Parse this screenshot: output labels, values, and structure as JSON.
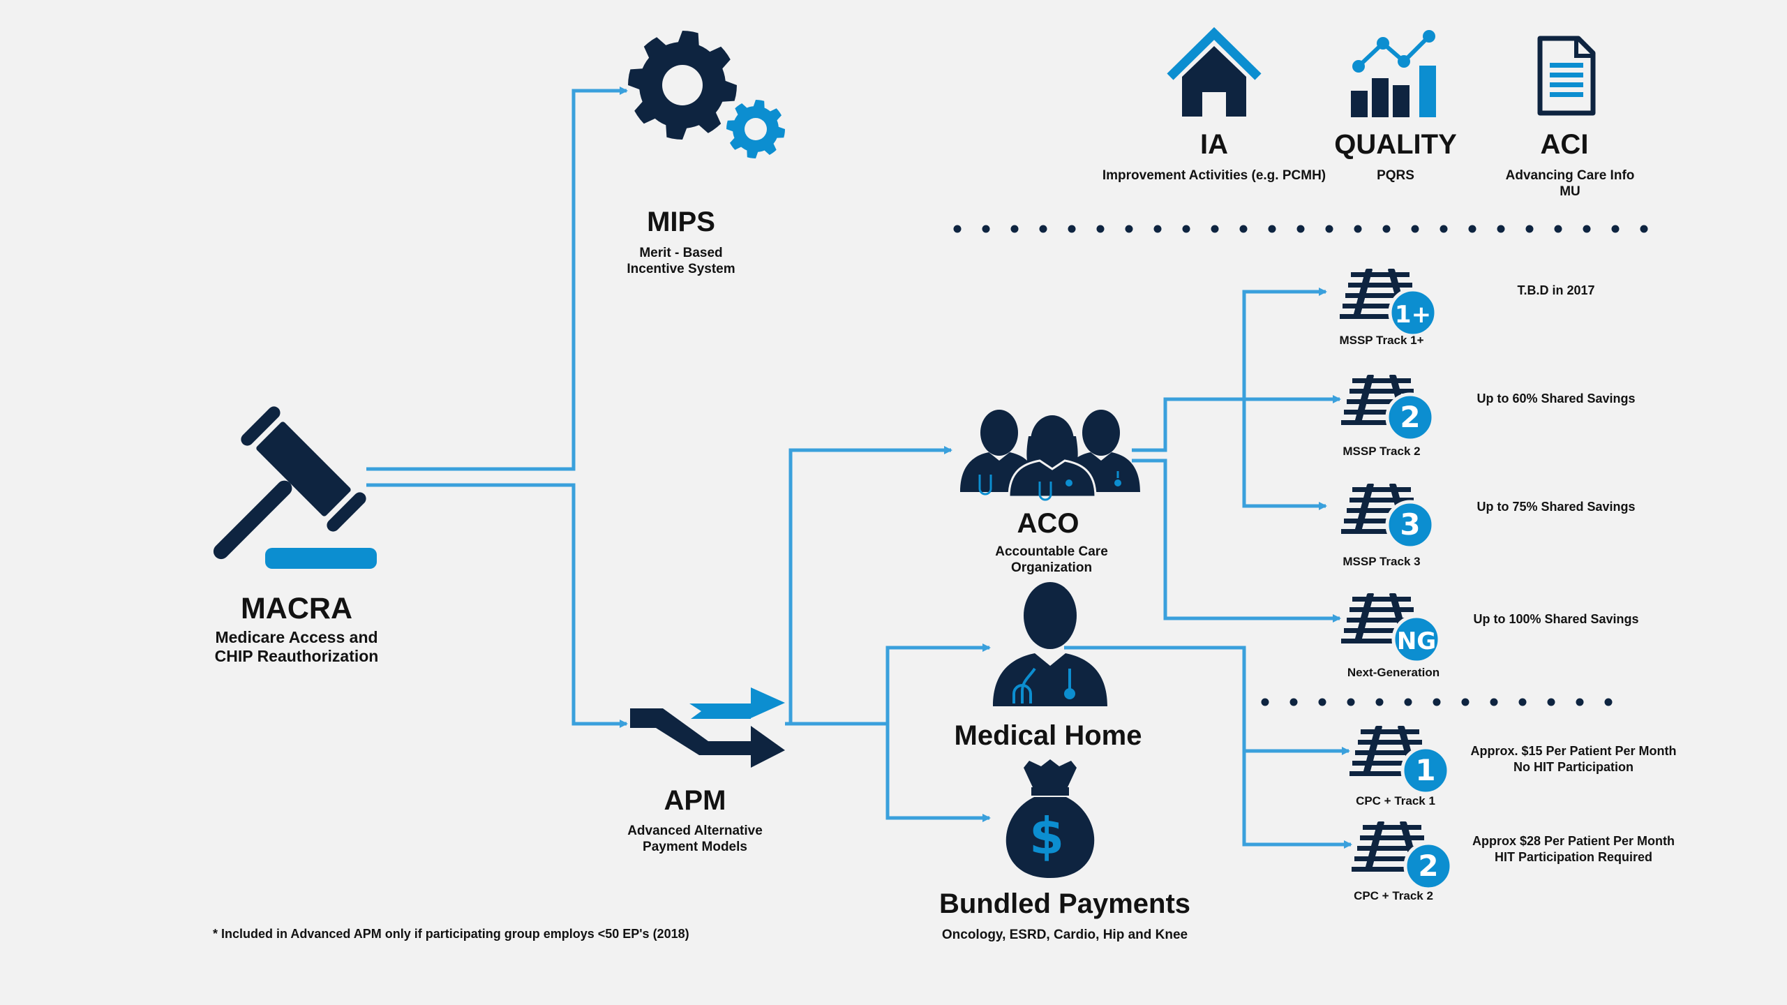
{
  "colors": {
    "navy": "#0e2440",
    "blue": "#0c8ed0",
    "line": "#3aa0dc",
    "dot": "#0e2440",
    "bg": "#f2f2f2"
  },
  "macra": {
    "title": "MACRA",
    "subtitle": [
      "Medicare Access and",
      "CHIP Reauthorization"
    ],
    "icon": "gavel-icon"
  },
  "mips": {
    "title": "MIPS",
    "subtitle": [
      "Merit - Based",
      "Incentive System"
    ],
    "icon": "gears-icon"
  },
  "apm": {
    "title": "APM",
    "subtitle": [
      "Advanced Alternative",
      "Payment Models"
    ],
    "icon": "merge-arrows-icon"
  },
  "categories": [
    {
      "title": "IA",
      "subtitle": [
        "Improvement Activities (e.g. PCMH)"
      ],
      "icon": "house-icon"
    },
    {
      "title": "QUALITY",
      "subtitle": [
        "PQRS"
      ],
      "icon": "bar-chart-icon"
    },
    {
      "title": "ACI",
      "subtitle": [
        "Advancing Care Info",
        "MU"
      ],
      "icon": "document-icon"
    }
  ],
  "aco": {
    "title": "ACO",
    "subtitle": [
      "Accountable Care",
      "Organization"
    ],
    "icon": "doctors-group-icon"
  },
  "medical_home": {
    "title": "Medical Home",
    "icon": "doctor-icon"
  },
  "bundled": {
    "title": "Bundled Payments",
    "subtitle": "Oncology, ESRD, Cardio, Hip and Knee",
    "icon": "money-bag-icon"
  },
  "aco_tracks": [
    {
      "badge": "1+",
      "label": "MSSP Track 1+",
      "note": [
        "T.B.D in 2017"
      ]
    },
    {
      "badge": "2",
      "label": "MSSP Track 2",
      "note": [
        "Up to 60% Shared Savings"
      ]
    },
    {
      "badge": "3",
      "label": "MSSP Track 3",
      "note": [
        "Up to 75% Shared Savings"
      ]
    },
    {
      "badge": "NG",
      "label": "Next-Generation",
      "note": [
        "Up to 100% Shared Savings"
      ]
    }
  ],
  "cpc_tracks": [
    {
      "badge": "1",
      "label": "CPC + Track 1",
      "note": [
        "Approx. $15 Per Patient Per Month",
        "No HIT Participation"
      ]
    },
    {
      "badge": "2",
      "label": "CPC + Track 2",
      "note": [
        "Approx $28 Per Patient Per Month",
        "HIT Participation Required"
      ]
    }
  ],
  "footnote": "* Included in Advanced APM only if participating group employs <50 EP's (2018)"
}
